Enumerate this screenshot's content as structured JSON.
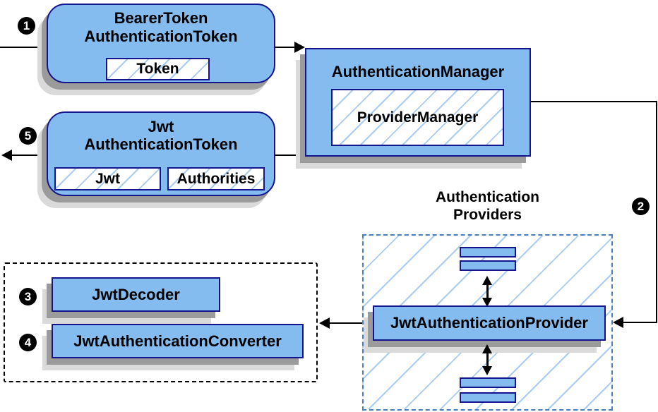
{
  "steps": {
    "s1": "1",
    "s2": "2",
    "s3": "3",
    "s4": "4",
    "s5": "5"
  },
  "bearer_box": {
    "title_line1": "BearerToken",
    "title_line2": "AuthenticationToken",
    "slot_label": "Token"
  },
  "manager_box": {
    "title": "AuthenticationManager",
    "slot_label": "ProviderManager"
  },
  "jwt_box": {
    "title_line1": "Jwt",
    "title_line2": "AuthenticationToken",
    "slot1_label": "Jwt",
    "slot2_label": "Authorities"
  },
  "providers": {
    "heading_line1": "Authentication",
    "heading_line2": "Providers",
    "provider_label": "JwtAuthenticationProvider"
  },
  "resolvers": {
    "decoder_label": "JwtDecoder",
    "converter_label": "JwtAuthenticationConverter"
  },
  "colors": {
    "box_fill": "#85BCF0",
    "box_border": "#14148C",
    "hatch_line": "#A9CCF0",
    "providers_dash": "#4A7EBB",
    "resolver_dash": "#000000",
    "shadow_dark": "#9B9B9B",
    "shadow_light": "#DADADA",
    "connector": "#000000"
  }
}
